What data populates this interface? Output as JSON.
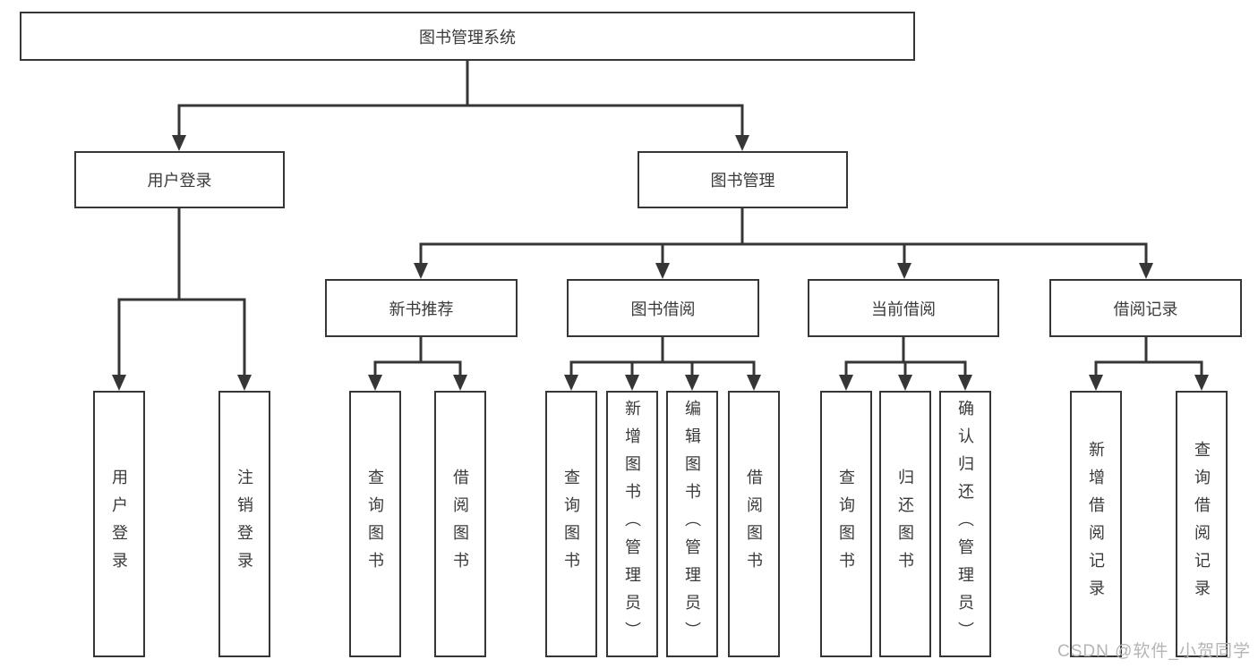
{
  "diagram": {
    "root": {
      "label": "图书管理系统"
    },
    "level2": [
      {
        "label": "用户登录"
      },
      {
        "label": "图书管理"
      }
    ],
    "level3": [
      {
        "label": "新书推荐"
      },
      {
        "label": "图书借阅"
      },
      {
        "label": "当前借阅"
      },
      {
        "label": "借阅记录"
      }
    ],
    "groups": [
      {
        "parent": "用户登录",
        "children": [
          "用户登录",
          "注销登录"
        ]
      },
      {
        "parent": "新书推荐",
        "children": [
          "查询图书",
          "借阅图书"
        ]
      },
      {
        "parent": "图书借阅",
        "children": [
          "查询图书",
          "新增图书（管理员）",
          "编辑图书（管理员）",
          "借阅图书"
        ]
      },
      {
        "parent": "当前借阅",
        "children": [
          "查询图书",
          "归还图书",
          "确认归还（管理员）"
        ]
      },
      {
        "parent": "借阅记录",
        "children": [
          "新增借阅记录",
          "查询借阅记录"
        ]
      }
    ]
  },
  "watermark": {
    "text": "CSDN @软件_小贺同学"
  },
  "colors": {
    "line": "#363636",
    "text": "#3a3a3a",
    "watermark": "#b5b5b5",
    "background": "#ffffff"
  }
}
